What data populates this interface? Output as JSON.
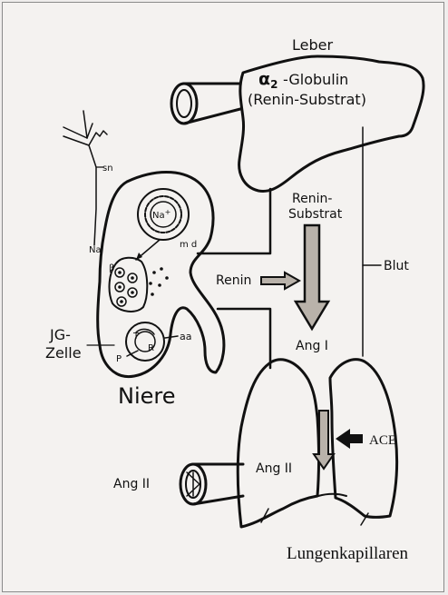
{
  "labels": {
    "leber": "Leber",
    "globulin": "-Globulin",
    "alpha2": "α",
    "alpha_sub": "2",
    "renin_substrat_paren": "(Renin-Substrat)",
    "renin_substrat_1": "Renin-",
    "renin_substrat_2": "Substrat",
    "blut": "Blut",
    "renin": "Renin",
    "ang1": "Ang I",
    "ang2_lung": "Ang II",
    "ang2_left": "Ang II",
    "ace": "ACE",
    "niere": "Niere",
    "jg1": "JG-",
    "jg2": "Zelle",
    "sn": "sn",
    "na": "Na",
    "md": "m d",
    "na_plus": "Na",
    "na_plus_sup": "+",
    "beta": "β",
    "aa": "aa",
    "t": "T",
    "r": "R",
    "p": "P",
    "lungenkapillaren": "Lungenkapillaren"
  },
  "colors": {
    "ink": "#111111",
    "paper": "#f4f2f0",
    "arrow_fill": "#b9b2aa"
  }
}
